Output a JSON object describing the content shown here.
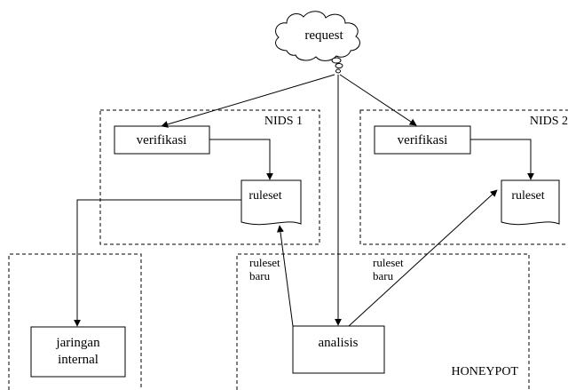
{
  "nodes": {
    "request": "request",
    "verifikasi_1": "verifikasi",
    "verifikasi_2": "verifikasi",
    "ruleset_1": "ruleset",
    "ruleset_2": "ruleset",
    "jaringan_internal_line1": "jaringan",
    "jaringan_internal_line2": "internal",
    "analisis": "analisis"
  },
  "groups": {
    "nids1": "NIDS 1",
    "nids2": "NIDS 2",
    "honeypot": "HONEYPOT"
  },
  "edge_labels": {
    "ruleset_baru_1_line1": "ruleset",
    "ruleset_baru_1_line2": "baru",
    "ruleset_baru_2_line1": "ruleset",
    "ruleset_baru_2_line2": "baru"
  }
}
